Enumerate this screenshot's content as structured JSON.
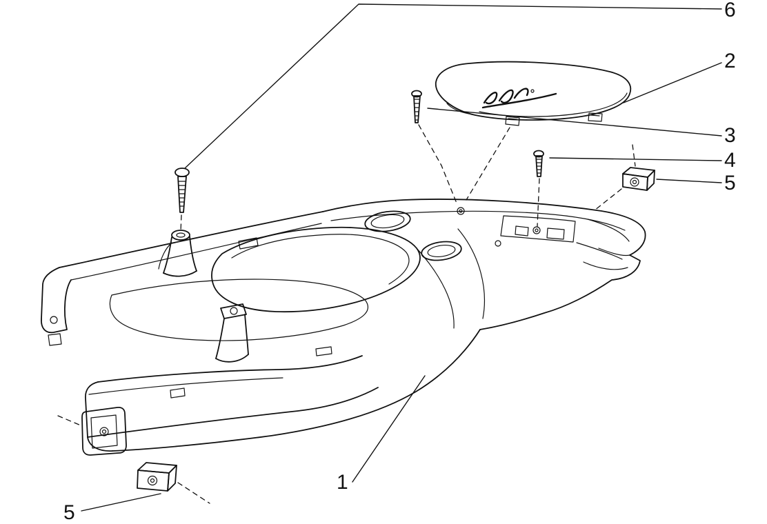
{
  "page": {
    "background": "#ffffff",
    "line_color": "#111111"
  },
  "diagram": {
    "type": "exploded-parts-diagram",
    "callouts": {
      "c1": {
        "label": "1"
      },
      "c2": {
        "label": "2"
      },
      "c3": {
        "label": "3"
      },
      "c4": {
        "label": "4"
      },
      "c5_right": {
        "label": "5"
      },
      "c5_left": {
        "label": "5"
      },
      "c6": {
        "label": "6"
      }
    }
  }
}
